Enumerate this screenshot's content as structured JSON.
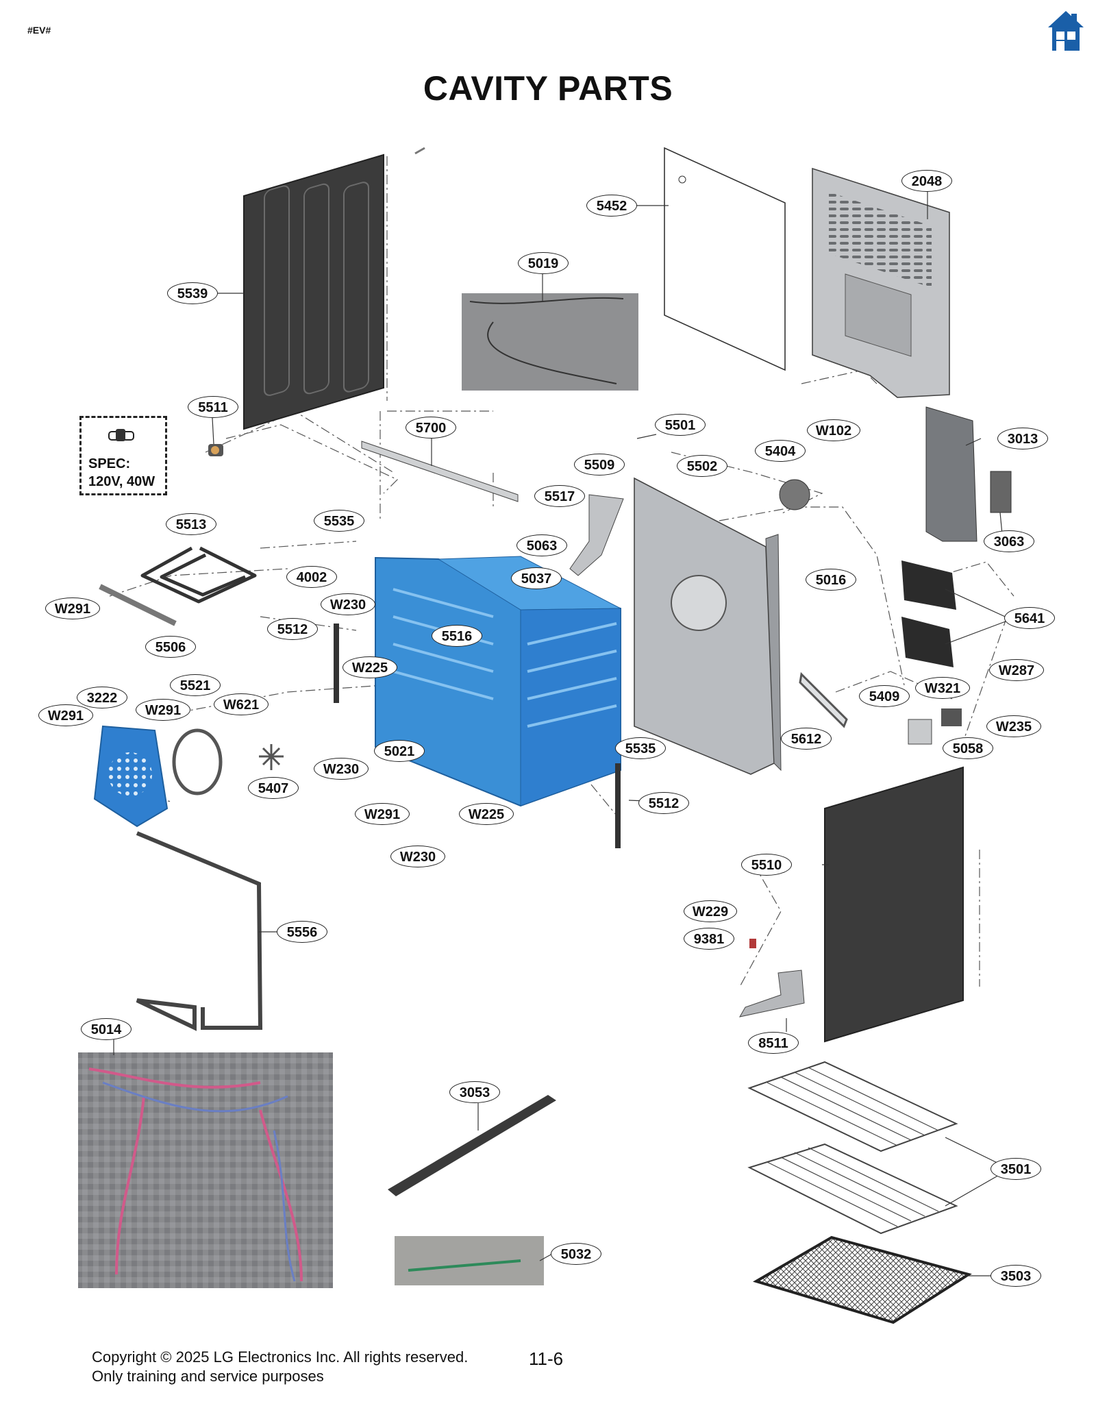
{
  "header": {
    "tag": "#EV#",
    "home_icon": "home-icon",
    "home_color": "#1a5fa8"
  },
  "title": "CAVITY PARTS",
  "spec_box": {
    "line1": "SPEC:",
    "line2": "120V, 40W"
  },
  "footer": {
    "copyright": "Copyright © 2025 LG Electronics Inc. All rights reserved.",
    "note": "Only training and service purposes",
    "page": "11-6"
  },
  "colors": {
    "cavity": "#3a8fd6",
    "cover": "#2f7fcf",
    "panel": "#3a3a3a",
    "frame": "#b9bcc0"
  },
  "callouts": [
    {
      "id": "c5539",
      "text": "5539"
    },
    {
      "id": "c5452",
      "text": "5452"
    },
    {
      "id": "c2048",
      "text": "2048"
    },
    {
      "id": "c5019",
      "text": "5019"
    },
    {
      "id": "c5511",
      "text": "5511"
    },
    {
      "id": "c5700",
      "text": "5700"
    },
    {
      "id": "c5501",
      "text": "5501"
    },
    {
      "id": "cW102",
      "text": "W102"
    },
    {
      "id": "c3013",
      "text": "3013"
    },
    {
      "id": "c5509",
      "text": "5509"
    },
    {
      "id": "c5502",
      "text": "5502"
    },
    {
      "id": "c5404",
      "text": "5404"
    },
    {
      "id": "c5517",
      "text": "5517"
    },
    {
      "id": "c5513",
      "text": "5513"
    },
    {
      "id": "c5535a",
      "text": "5535"
    },
    {
      "id": "c5063",
      "text": "5063"
    },
    {
      "id": "c3063",
      "text": "3063"
    },
    {
      "id": "c4002",
      "text": "4002"
    },
    {
      "id": "c5037",
      "text": "5037"
    },
    {
      "id": "c5016",
      "text": "5016"
    },
    {
      "id": "cW291a",
      "text": "W291"
    },
    {
      "id": "cW230a",
      "text": "W230"
    },
    {
      "id": "c5641",
      "text": "5641"
    },
    {
      "id": "c5512a",
      "text": "5512"
    },
    {
      "id": "c5516",
      "text": "5516"
    },
    {
      "id": "c5506",
      "text": "5506"
    },
    {
      "id": "cW225a",
      "text": "W225"
    },
    {
      "id": "cW287",
      "text": "W287"
    },
    {
      "id": "c5521",
      "text": "5521"
    },
    {
      "id": "cW321",
      "text": "W321"
    },
    {
      "id": "c5409",
      "text": "5409"
    },
    {
      "id": "c3222",
      "text": "3222"
    },
    {
      "id": "cW621",
      "text": "W621"
    },
    {
      "id": "cW291b",
      "text": "W291"
    },
    {
      "id": "cW291c",
      "text": "W291"
    },
    {
      "id": "cW235",
      "text": "W235"
    },
    {
      "id": "c5612",
      "text": "5612"
    },
    {
      "id": "c5535b",
      "text": "5535"
    },
    {
      "id": "c5058",
      "text": "5058"
    },
    {
      "id": "c5021",
      "text": "5021"
    },
    {
      "id": "cW230b",
      "text": "W230"
    },
    {
      "id": "c5407",
      "text": "5407"
    },
    {
      "id": "c5512b",
      "text": "5512"
    },
    {
      "id": "cW291d",
      "text": "W291"
    },
    {
      "id": "cW225b",
      "text": "W225"
    },
    {
      "id": "cW230c",
      "text": "W230"
    },
    {
      "id": "c5510",
      "text": "5510"
    },
    {
      "id": "cW229",
      "text": "W229"
    },
    {
      "id": "c5556",
      "text": "5556"
    },
    {
      "id": "c9381",
      "text": "9381"
    },
    {
      "id": "c5014",
      "text": "5014"
    },
    {
      "id": "c8511",
      "text": "8511"
    },
    {
      "id": "c3053",
      "text": "3053"
    },
    {
      "id": "c3501",
      "text": "3501"
    },
    {
      "id": "c5032",
      "text": "5032"
    },
    {
      "id": "c3503",
      "text": "3503"
    }
  ]
}
